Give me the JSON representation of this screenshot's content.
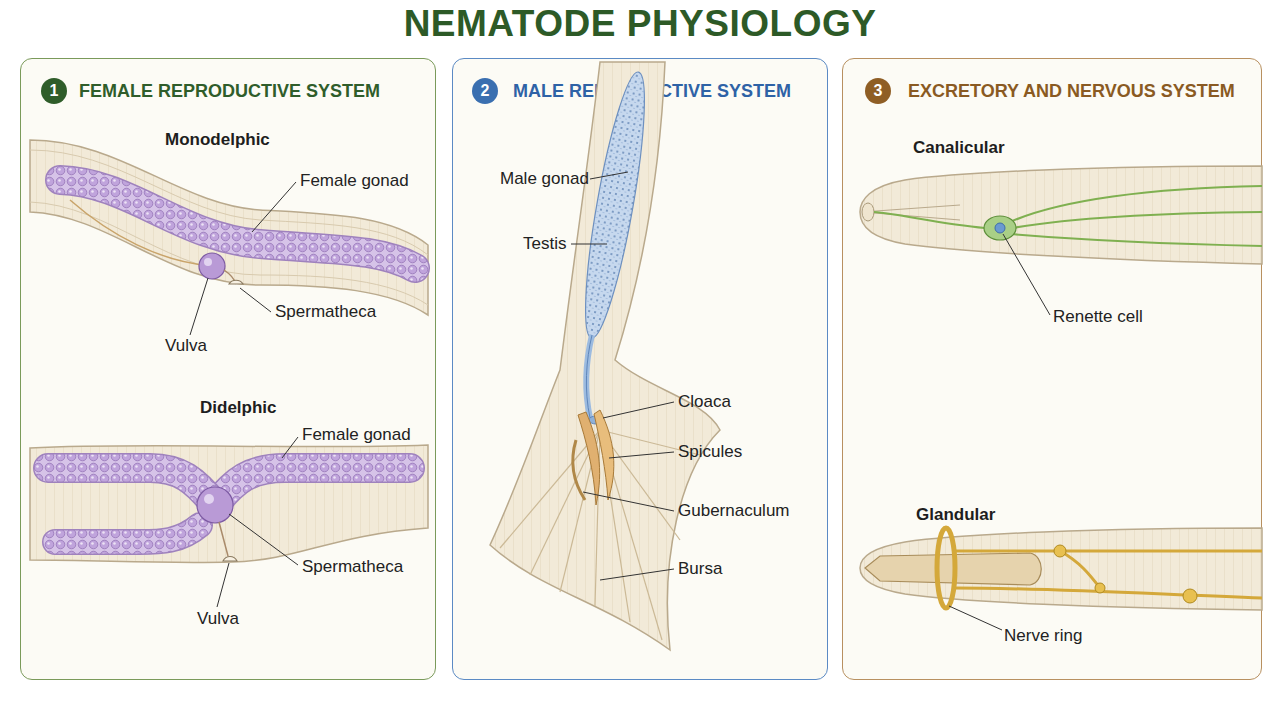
{
  "diagram": {
    "title": "NEMATODE PHYSIOLOGY",
    "nodes": [
      {
        "text": [
          "FEMALE REPRODUCTIVE SYSTEM"
        ]
      },
      {
        "text": [
          "1"
        ],
        "in": 0
      },
      {
        "text": [
          "MALE REPRODUCTIVE SYSTEM"
        ]
      },
      {
        "text": [
          "2"
        ],
        "in": 2
      },
      {
        "text": [
          "EXCRETORY AND NERVOUS SYSTEM"
        ]
      },
      {
        "text": [
          "3"
        ],
        "in": 4
      }
    ],
    "labels": [
      "Monodelphic",
      "Female gonad",
      "Spermatheca",
      "Vulva",
      "Didelphic",
      "Female gonad",
      "Spermatheca",
      "Vulva",
      "Male gonad",
      "Testis",
      "Cloaca",
      "Spicules",
      "Gubernaculum",
      "Bursa",
      "Canalicular",
      "Renette cell",
      "Glandular",
      "Nerve ring"
    ]
  }
}
